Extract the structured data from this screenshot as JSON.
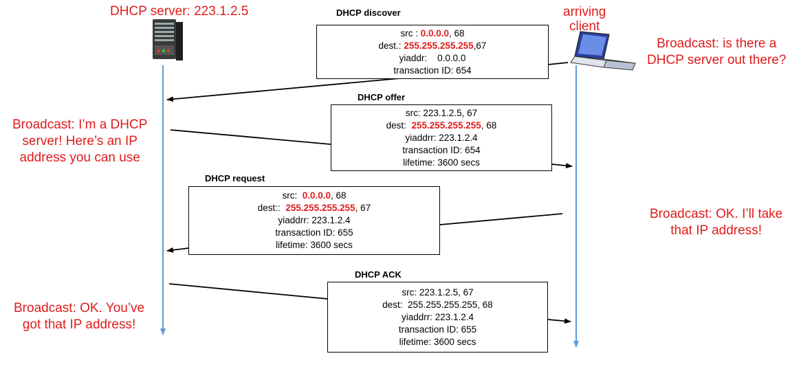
{
  "server": {
    "label": "DHCP server: 223.1.2.5"
  },
  "client": {
    "label_line1": "arriving",
    "label_line2": "client"
  },
  "notes": {
    "client_discover": [
      "Broadcast: is there a",
      "DHCP server out there?"
    ],
    "server_offer": [
      "Broadcast: I’m a DHCP",
      "server! Here’s an IP",
      "address you can use"
    ],
    "client_request": [
      "Broadcast: OK.  I’ll take",
      "that IP address!"
    ],
    "server_ack": [
      "Broadcast: OK.  You’ve",
      "got that IP address!"
    ]
  },
  "messages": {
    "discover": {
      "title": "DHCP discover",
      "src_label": "src : ",
      "src_value": "0.0.0.0",
      "src_port": ", 68",
      "dest_label": "dest.: ",
      "dest_value": "255.255.255.255",
      "dest_port": ",67",
      "yiaddr": "yiaddr:    0.0.0.0",
      "transaction": "transaction ID: 654"
    },
    "offer": {
      "title": "DHCP offer",
      "src": "src: 223.1.2.5, 67",
      "dest_label": "dest:  ",
      "dest_value": "255.255.255.255",
      "dest_port": ", 68",
      "yiaddr": "yiaddrr: 223.1.2.4",
      "transaction": "transaction ID: 654",
      "lifetime": "lifetime: 3600 secs"
    },
    "request": {
      "title": "DHCP request",
      "src_label": "src:  ",
      "src_value": "0.0.0.0",
      "src_port": ", 68",
      "dest_label": "dest::  ",
      "dest_value": "255.255.255.255",
      "dest_port": ", 67",
      "yiaddr": "yiaddrr: 223.1.2.4",
      "transaction": "transaction ID: 655",
      "lifetime": "lifetime: 3600 secs"
    },
    "ack": {
      "title": "DHCP ACK",
      "src": "src: 223.1.2.5, 67",
      "dest": "dest:  255.255.255.255, 68",
      "yiaddr": "yiaddrr: 223.1.2.4",
      "transaction": "transaction ID: 655",
      "lifetime": "lifetime: 3600 secs"
    }
  },
  "colors": {
    "highlight": "#e01b1b",
    "timeline": "#5b9bd5",
    "arrow": "#000000"
  }
}
